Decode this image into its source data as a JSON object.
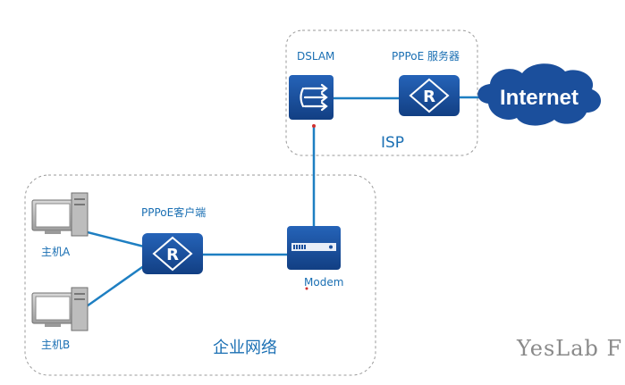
{
  "labels": {
    "dslam": "DSLAM",
    "pppoe_server": "PPPoE 服务器",
    "internet": "Internet",
    "isp": "ISP",
    "pppoe_client": "PPPoE客户端",
    "modem": "Modem",
    "host_a": "主机A",
    "host_b": "主机B",
    "enterprise": "企业网络"
  },
  "router_glyph": "R",
  "watermark": "YesLab F",
  "colors": {
    "device": "#1b4f9c",
    "link": "#1e7fc2",
    "label": "#1a6fb3",
    "internet": "#1b4f9c",
    "boundary": "#9a9a9a"
  }
}
